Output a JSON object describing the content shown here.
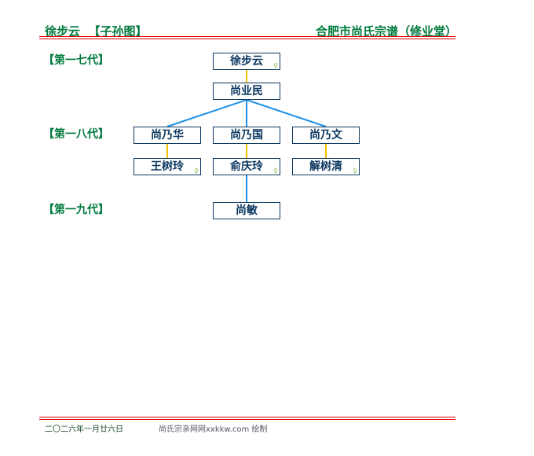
{
  "header": {
    "left_name": "徐步云",
    "left_tag": "【子孙图】",
    "right": "合肥市尚氏宗谱（修业堂）"
  },
  "generations": [
    "【第一七代】",
    "【第一八代】",
    "【第一九代】"
  ],
  "persons": {
    "p1": "徐步云",
    "p2": "尚业民",
    "p3": "尚乃华",
    "p4": "尚乃国",
    "p5": "尚乃文",
    "s3": "王树玲",
    "s4": "俞庆玲",
    "s5": "解树清",
    "p6": "尚敏"
  },
  "female_icon": "♀",
  "colors": {
    "green": "#007a3d",
    "navy": "#0b3760",
    "spouse_line": "#f0c000",
    "child_line": "#1e90e8",
    "rule": "#e00000"
  },
  "footer": {
    "date": "二〇二六年一月廿六日",
    "credit": "尚氏宗亲网网xxkkw.com 绘制"
  }
}
